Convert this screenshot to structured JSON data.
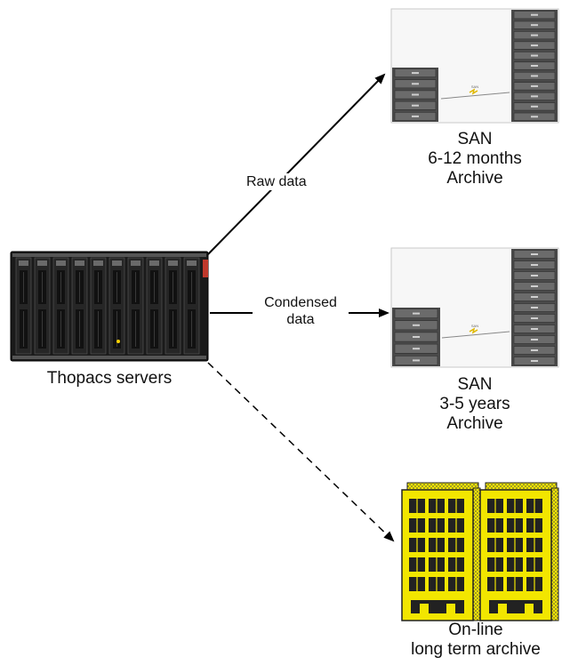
{
  "nodes": {
    "servers": {
      "label": "Thopacs servers"
    },
    "san_short": {
      "line1": "SAN",
      "line2": "6-12 months",
      "line3": "Archive"
    },
    "san_mid": {
      "line1": "SAN",
      "line2": "3-5 years",
      "line3": "Archive"
    },
    "longterm": {
      "line1": "On-line",
      "line2": "long term archive"
    }
  },
  "edges": {
    "raw": {
      "label": "Raw data",
      "style": "solid"
    },
    "condensed": {
      "label_line1": "Condensed",
      "label_line2": "data",
      "style": "solid"
    },
    "longterm": {
      "style": "dashed"
    }
  },
  "colors": {
    "line": "#000000",
    "server_body": "#1a1a1a",
    "rack": "#4a4a4a",
    "building_fill": "#f2e600",
    "building_edge": "#222222"
  },
  "icons": {
    "servers": "server-rack-icon",
    "san": "san-storage-icon",
    "building": "building-icon"
  }
}
